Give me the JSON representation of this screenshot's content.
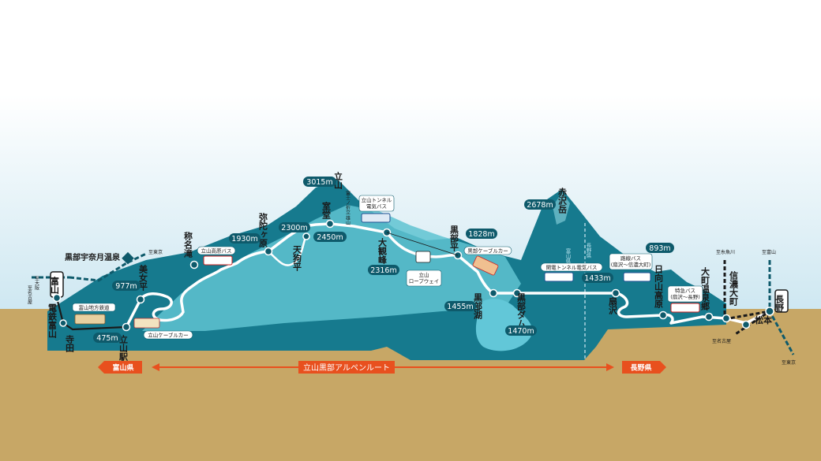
{
  "colors": {
    "sky_top": "#ffffff",
    "sky_bottom": "#cfe8f2",
    "ground": "#c7a766",
    "mountain_dark": "#167a8e",
    "mountain_light": "#5fc3d1",
    "route_line": "#ffffff",
    "station_dot": "#0e5a6b",
    "badge": "#0e5a6b",
    "accent_orange": "#e8501e",
    "rail_black": "#1a1a1a"
  },
  "route": {
    "name": "立山黒部アルペンルート",
    "start_pref": "富山県",
    "end_pref": "長野県"
  },
  "stations": {
    "toyama": "富山",
    "dentetsu_toyama": "電鉄富山",
    "terada": "寺田",
    "tateyama": "立山駅",
    "bijodaira": "美女平",
    "shomyodaki": "称名滝",
    "midagahara": "弥陀ヶ原",
    "tengudaira": "天狗平",
    "murodo": "室堂",
    "tateyama_peak": "立山",
    "tateyama_peak_sub": "富士ノ折立 雄山",
    "daikanbo": "大観峰",
    "kurobedaira": "黒部平",
    "kurobeko": "黒部湖",
    "kurobe_dam": "黒部ダム",
    "akazawadake": "赤沢岳",
    "ogizawa": "扇沢",
    "hinata": "日向山高原",
    "omachi_onsen": "大町温泉郷",
    "shinano_omachi": "信濃大町",
    "nagano": "長野",
    "matsumoto": "松本",
    "unazuki": "黒部宇奈月温泉"
  },
  "altitudes": {
    "tateyama": "475m",
    "bijodaira": "977m",
    "shomyodaki": "1930m",
    "midagahara": "2300m",
    "murodo": "2450m",
    "tateyama_peak": "3015m",
    "daikanbo": "2316m",
    "kurobedaira": "1828m",
    "kurobeko": "1455m",
    "kurobe_dam": "1470m",
    "akazawadake": "2678m",
    "ogizawa": "1433m",
    "hinata": "893m"
  },
  "transport": {
    "toyama_chiho": "富山地方鉄道",
    "cable_tateyama": "立山ケーブルカー",
    "highland_bus": "立山高原バス",
    "tunnel_bus_l1": "立山トンネル",
    "tunnel_bus_l2": "電気バス",
    "ropeway_l1": "立山",
    "ropeway_l2": "ロープウェイ",
    "cable_kurobe": "黒部ケーブルカー",
    "kanden_bus": "関電トンネル電気バス",
    "route_bus_l1": "路線バス",
    "route_bus_l2": "(扇沢〜信濃大町)",
    "express_bus_l1": "特急バス",
    "express_bus_l2": "(扇沢〜長野)"
  },
  "directions": {
    "to_tokyo_top": "至東京",
    "to_osaka": "至大阪",
    "to_nagoya_left": "至名古屋",
    "to_itoigawa": "至糸魚川",
    "to_toyama_right": "至富山",
    "to_nagoya_right": "至名古屋",
    "to_tokyo_bottom": "至東京"
  },
  "regions": {
    "toyama_ken": "富山県",
    "nagano_ken": "長野県"
  }
}
